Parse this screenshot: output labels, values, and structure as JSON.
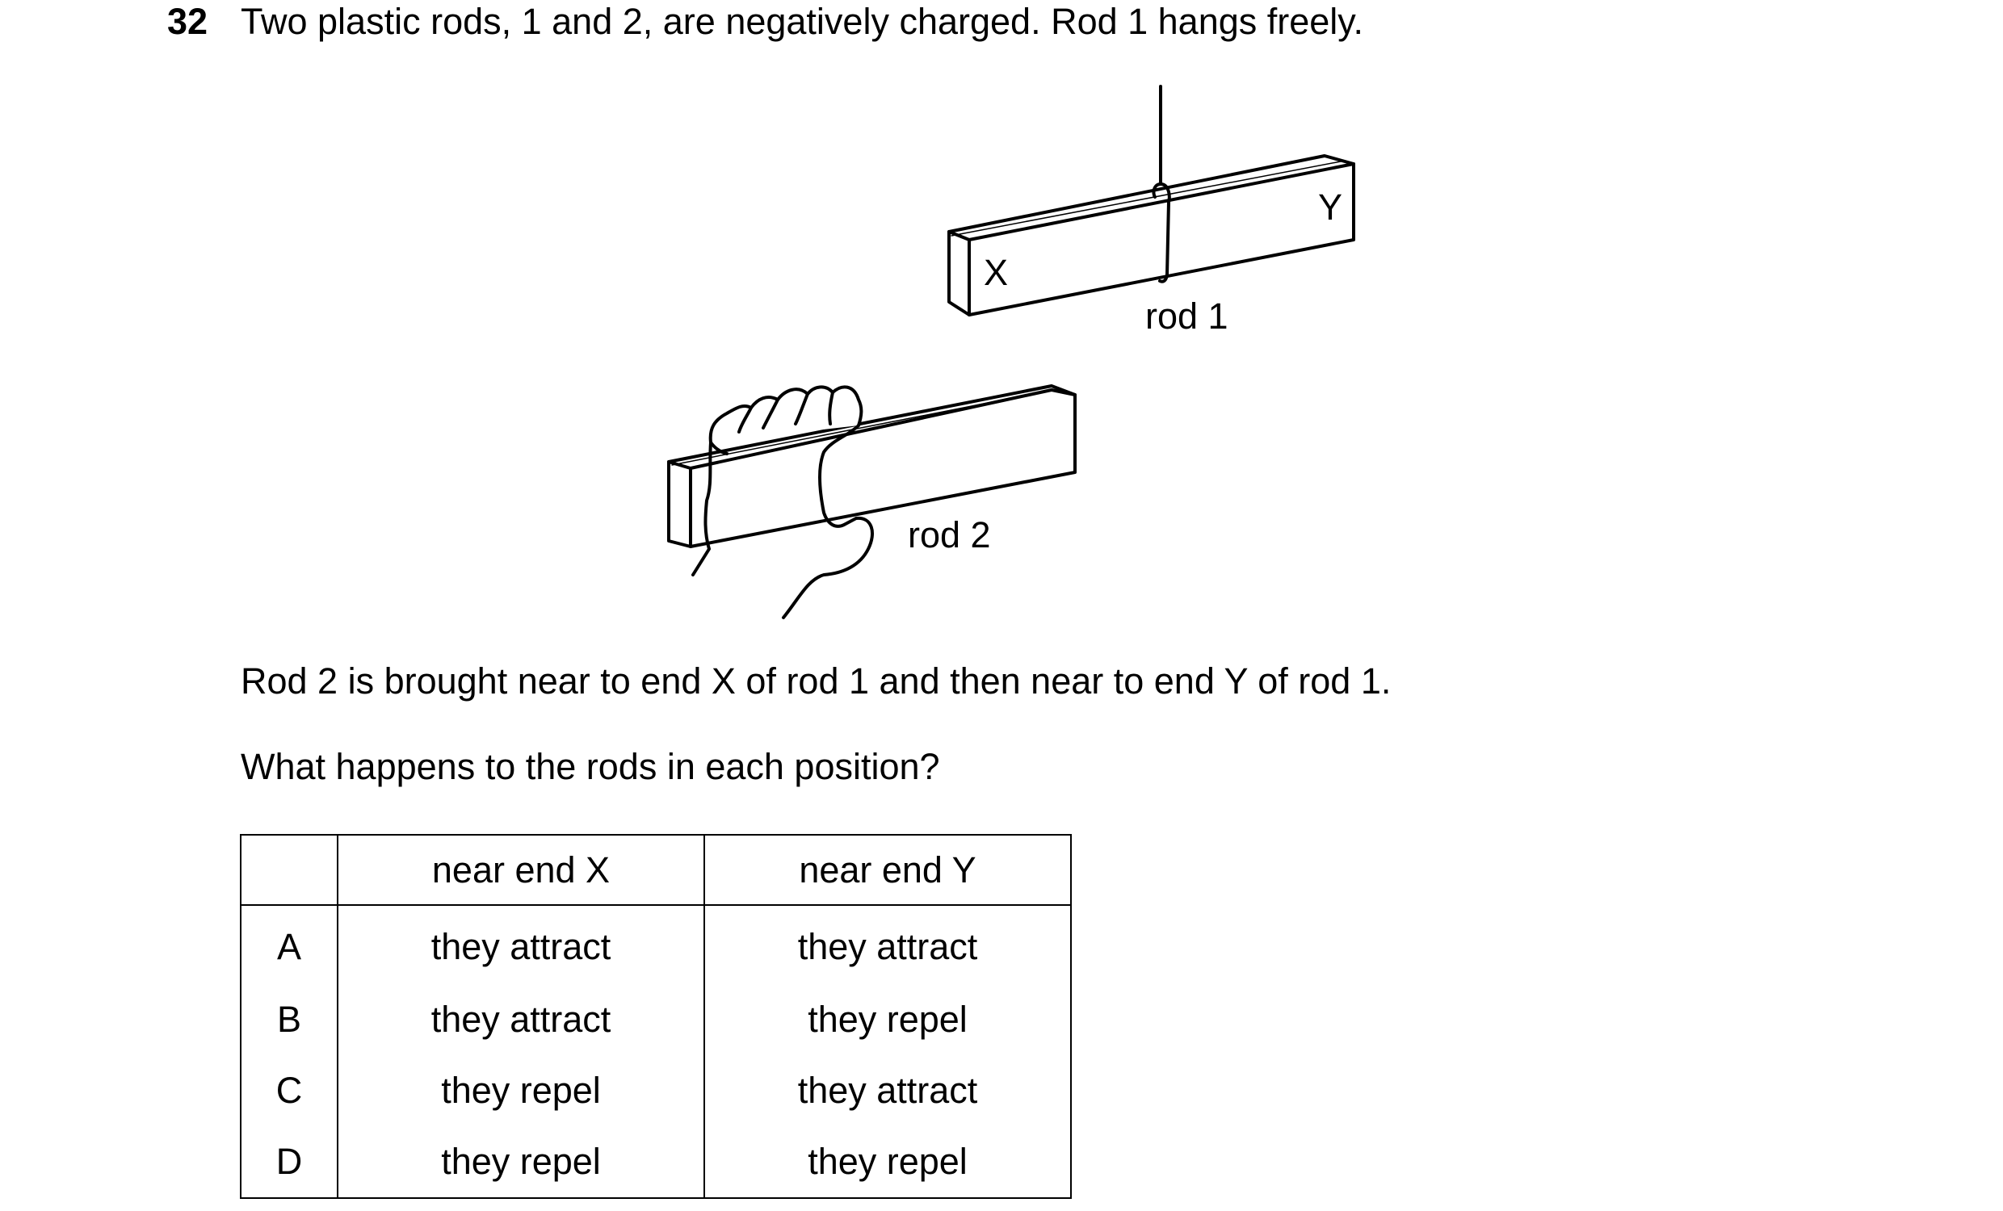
{
  "question": {
    "number": "32",
    "text": "Two plastic rods, 1 and 2, are negatively charged. Rod 1 hangs freely."
  },
  "figure": {
    "label_x": "X",
    "label_y": "Y",
    "rod1_label": "rod 1",
    "rod2_label": "rod 2"
  },
  "paragraphs": {
    "p1": "Rod 2 is brought near to end X of rod 1 and then near to end Y of rod 1.",
    "p2": "What happens to the rods in each position?"
  },
  "table": {
    "headers": [
      "",
      "near end X",
      "near end Y"
    ],
    "rows": [
      {
        "letter": "A",
        "near_x": "they attract",
        "near_y": "they attract"
      },
      {
        "letter": "B",
        "near_x": "they attract",
        "near_y": "they repel"
      },
      {
        "letter": "C",
        "near_x": "they repel",
        "near_y": "they attract"
      },
      {
        "letter": "D",
        "near_x": "they repel",
        "near_y": "they repel"
      }
    ]
  }
}
